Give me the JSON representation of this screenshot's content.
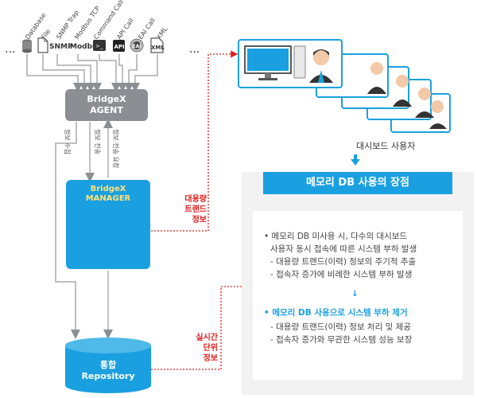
{
  "sources": [
    {
      "label": "Database",
      "icon": "database-icon"
    },
    {
      "label": "File",
      "icon": "file-icon"
    },
    {
      "label": "SNMP Trap",
      "icon": "snmp-icon"
    },
    {
      "label": "Modbus TCP",
      "icon": "modbus-icon"
    },
    {
      "label": "Command Call",
      "icon": "terminal-icon"
    },
    {
      "label": "API Call",
      "icon": "api-icon"
    },
    {
      "label": "EAI Call",
      "icon": "eai-icon"
    },
    {
      "label": "XML",
      "icon": "xml-icon"
    }
  ],
  "icon_texts": {
    "snmp": "SNMP",
    "modbus": "Modbus",
    "api": "API",
    "eai": "EAI",
    "xml": "XML"
  },
  "ellipsis": "...",
  "agent": {
    "line1": "BridgeX",
    "line2": "AGENT"
  },
  "manager": {
    "line1": "BridgeX",
    "line2": "MANAGER"
  },
  "repository": {
    "line1": "통합",
    "line2": "Repository"
  },
  "vertical_labels": {
    "info_collect": "정보 수집",
    "info_transfer": "정보 전송",
    "info_send_request": "정보 전송 요청"
  },
  "red_labels": {
    "trend": [
      "대용량",
      "트랜드",
      "정보"
    ],
    "realtime": [
      "실시간",
      "단위",
      "정보"
    ]
  },
  "dashboard": {
    "caption": "대시보드 사용자"
  },
  "benefits": {
    "title": "메모리 DB 사용의 장점",
    "lines": [
      "• 메모리 DB 미사용 시, 다수의 대시보드",
      "사용자 동시 접속에 따른 시스템 부하 발생",
      "- 대용량 트랜드(이력) 정보의 주기적 추출",
      "- 접속자 증가에 비례한 시스템 부하 발생"
    ],
    "arrow": "↓",
    "highlight": "• 메모리 DB 사용으로 시스템 부하 제거",
    "sub": [
      "- 대용량 트랜드(이력) 정보 처리 및 제공",
      "- 접속자 증가와 무관한 시스템 성능 보장"
    ]
  },
  "colors": {
    "blue": "#1aa0e0",
    "gray": "#8b8e92",
    "red": "#e02020",
    "yellow": "#ffe27a"
  }
}
